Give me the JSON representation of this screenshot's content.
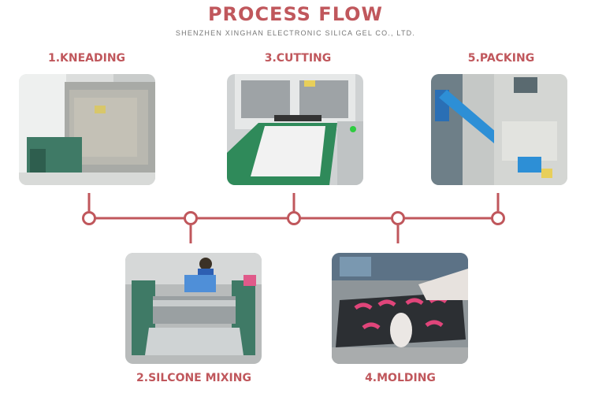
{
  "header": {
    "title": "PROCESS FLOW",
    "subtitle": "SHENZHEN XINGHAN ELECTRONIC SILICA GEL CO., LTD."
  },
  "steps": [
    {
      "label": "1.KNEADING"
    },
    {
      "label": "2.SILCONE MIXING"
    },
    {
      "label": "3.CUTTING"
    },
    {
      "label": "4.MOLDING"
    },
    {
      "label": "5.PACKING"
    }
  ],
  "colors": {
    "accent": "#c0575c",
    "subtitle": "#777777"
  }
}
